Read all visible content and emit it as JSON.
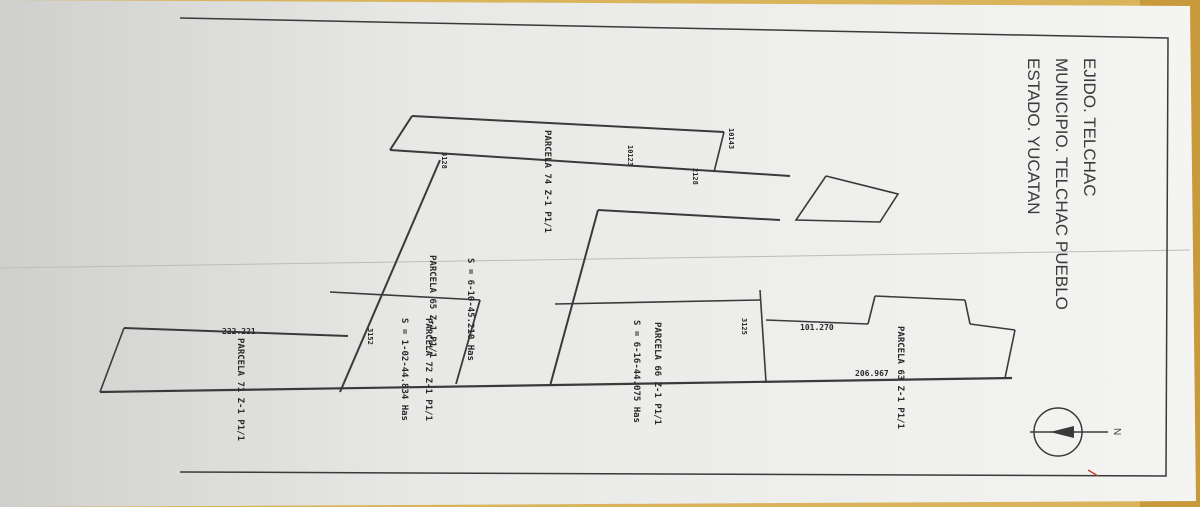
{
  "header": {
    "line1": "EJIDO. TELCHAC",
    "line2": "MUNICIPIO. TELCHAC PUEBLO",
    "line3": "ESTADO. YUCATAN"
  },
  "parcels": [
    {
      "label": "PARCELA 65 Z-1 P1/1"
    },
    {
      "label": "PARCELA 74 Z-1 P1/1"
    },
    {
      "label": "PARCELA 66 Z-1 P1/1"
    },
    {
      "label": "PARCELA 72 Z-1 P1/1"
    },
    {
      "label": "PARCELA 71 Z-1 P1/1"
    },
    {
      "label": "PARCELA 63 Z-1 P1/1"
    }
  ],
  "areas": [
    {
      "label": "S = 6-10-45.210 Has"
    },
    {
      "label": "S = 1-02-44.834 Has"
    },
    {
      "label": "S = 6-16-44.075 Has"
    }
  ],
  "measures": [
    {
      "label": "101.270"
    },
    {
      "label": "206.967"
    },
    {
      "label": "222.221"
    }
  ],
  "stations": [
    {
      "label": "2128"
    },
    {
      "label": "3128"
    },
    {
      "label": "3125"
    },
    {
      "label": "3152"
    },
    {
      "label": "10143"
    },
    {
      "label": "10123"
    }
  ],
  "north_label": "N",
  "colors": {
    "paper": "#f0f0ee",
    "paper_shadow": "#d8d8d6",
    "ink": "#3a3a3a",
    "background": "#d9b45a"
  }
}
